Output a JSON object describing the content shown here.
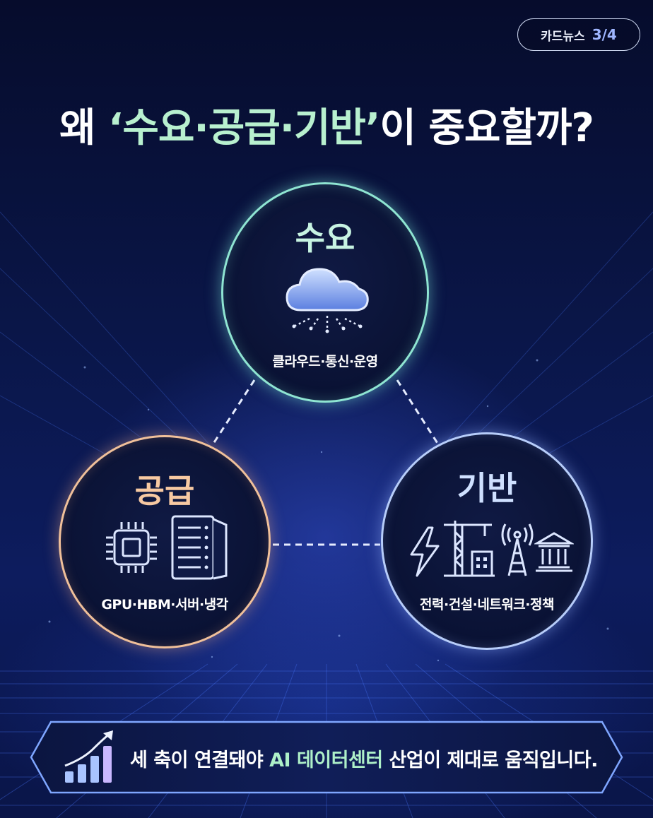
{
  "badge": {
    "label": "카드뉴스",
    "page": "3/4"
  },
  "title": {
    "part1": "왜 ",
    "highlight": "‘수요·공급·기반’",
    "part2": "이 중요할까?"
  },
  "nodes": {
    "demand": {
      "title": "수요",
      "subtitle": "클라우드·통신·운영",
      "icons": [
        "cloud-icon"
      ]
    },
    "supply": {
      "title": "공급",
      "subtitle": "GPU·HBM·서버·냉각",
      "icons": [
        "chip-icon",
        "server-rack-icon"
      ]
    },
    "base": {
      "title": "기반",
      "subtitle": "전력·건설·네트워크·정책",
      "icons": [
        "lightning-icon",
        "crane-icon",
        "antenna-icon",
        "government-building-icon"
      ]
    }
  },
  "banner": {
    "icon": "growth-chart-icon",
    "text_before": "세 축이 연결돼야 ",
    "text_highlight": "AI 데이터센터",
    "text_after": " 산업이 제대로 움직입니다."
  },
  "colors": {
    "background": "#07103a",
    "demand_ring": "#8fe5d2",
    "supply_ring": "#f0c09a",
    "base_ring": "#b7cdfa",
    "highlight_text": "#b8f0cf"
  }
}
